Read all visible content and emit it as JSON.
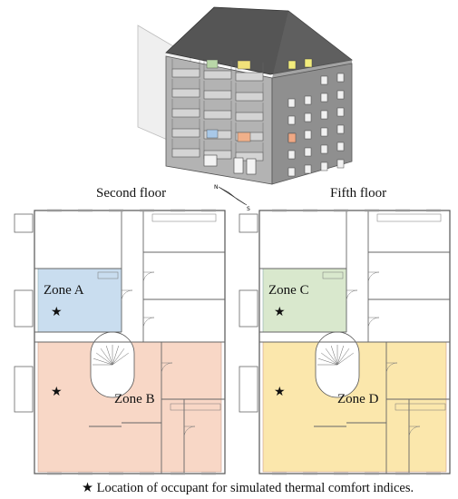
{
  "floors": [
    {
      "title": "Second floor",
      "zones": [
        {
          "label": "Zone A",
          "color": "#c7dcef"
        },
        {
          "label": "Zone B",
          "color": "#f8d5c3"
        }
      ]
    },
    {
      "title": "Fifth floor",
      "zones": [
        {
          "label": "Zone C",
          "color": "#d7e7cb"
        },
        {
          "label": "Zone D",
          "color": "#fbe6a8"
        }
      ]
    }
  ],
  "compass": {
    "north": "N",
    "south": "S"
  },
  "occupant_marker": "★",
  "caption": "★ Location of occupant for simulated thermal comfort indices.",
  "colors": {
    "roof": "#545454",
    "facade": "#a9a9a9",
    "wall": "#8c8c8c",
    "line": "#555555"
  }
}
